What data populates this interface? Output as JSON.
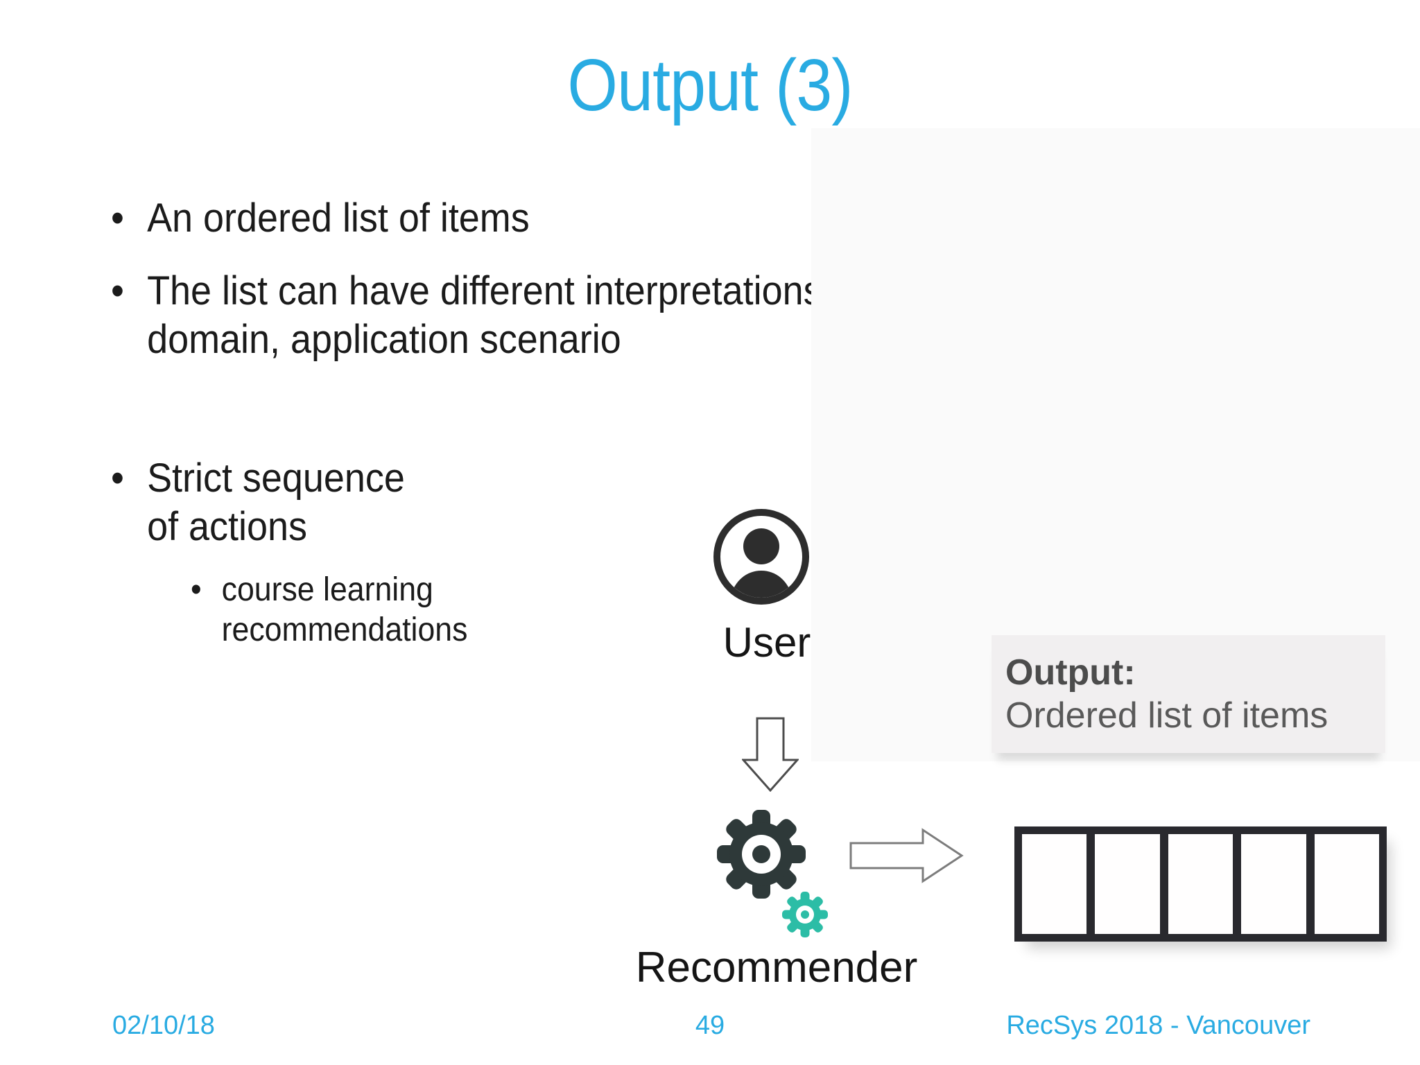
{
  "slide": {
    "title": "Output (3)",
    "bullet_glyph": "•",
    "bullets": {
      "b1": "An ordered list of items",
      "b2": "The list can have different interpretations, based on goal,\ndomain, application scenario",
      "b3": "Strict sequence\nof actions",
      "sub1": "course learning\nrecommendations"
    }
  },
  "diagram": {
    "user_label": "User",
    "recommender_label": "Recommender",
    "output_note": {
      "heading": "Output:",
      "body": "Ordered list of items"
    },
    "list_cell_count": 5
  },
  "footer": {
    "date": "02/10/18",
    "page_number": "49",
    "conference": "RecSys 2018 - Vancouver"
  },
  "colors": {
    "title_blue": "#29abe2",
    "footer_blue": "#29abe2",
    "body_text": "#1b1b1b",
    "user_icon": "#2d2d2d",
    "dark_gear": "#2e3939",
    "teal_gear": "#2cbda6",
    "note_background": "#f1eff0",
    "note_heading_text": "#4c4c4c",
    "note_body_text": "#595959",
    "cell_border": "#29292e",
    "arrow_outline": "#4c4c4c"
  }
}
